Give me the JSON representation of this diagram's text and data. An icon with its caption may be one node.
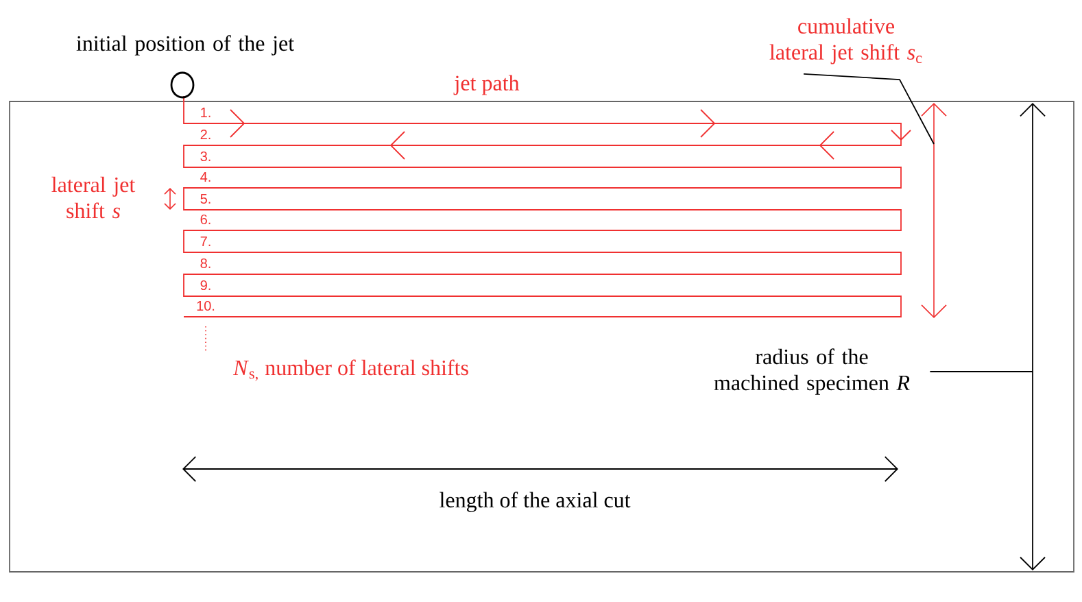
{
  "diagram": {
    "nodes": [
      {
        "text": [
          "initial position of the jet"
        ]
      },
      {
        "text": [
          "cumulative lateral jet shift *s*$_{c}$"
        ]
      },
      {
        "text": [
          "radius of the machined specimen *R*"
        ]
      }
    ],
    "edges": [
      {
        "from": 1,
        "to": null,
        "arrow": "none"
      },
      {
        "from": 2,
        "to": null,
        "arrow": "none"
      }
    ],
    "labels": [
      "jet path",
      "1.",
      "2.",
      "3.",
      "4.",
      "5.",
      "6.",
      "7.",
      "8.",
      "9.",
      "10.",
      "lateral jet shift *s*",
      "*N*$_{s,}$ number of lateral shifts",
      "length of the axial cut"
    ]
  }
}
